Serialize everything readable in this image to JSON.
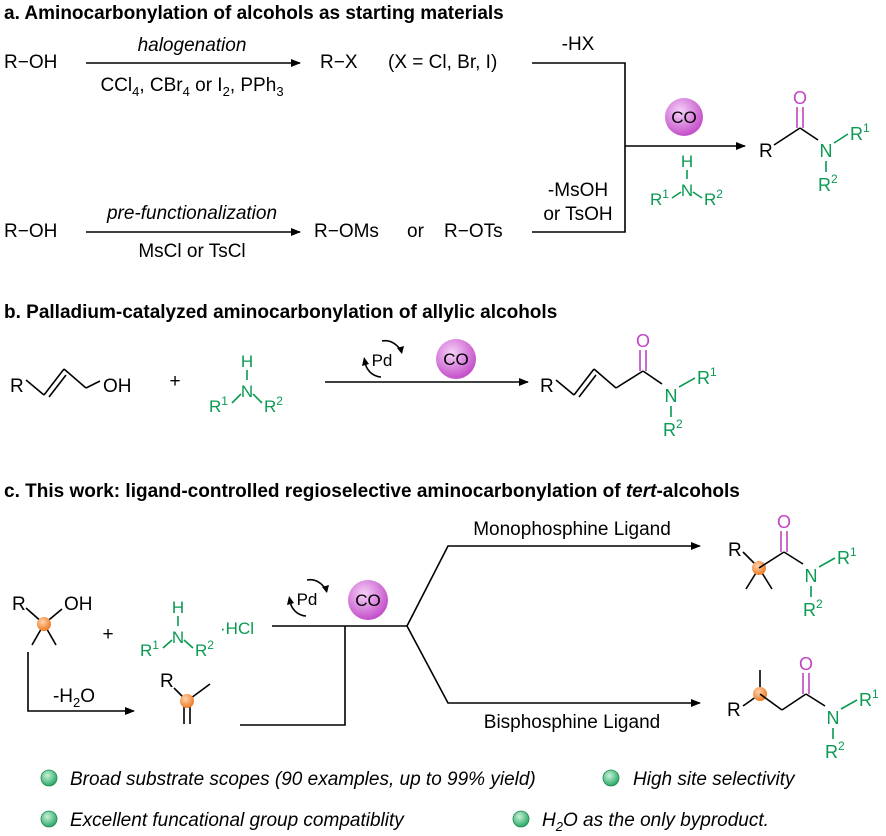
{
  "panel_a": {
    "title": "a. Aminocarbonylation of alcohols as starting materials",
    "row1": {
      "start": "R−OH",
      "above_arrow": "halogenation",
      "below_arrow_parts": [
        "CCl",
        "4",
        ", CBr",
        "4",
        " or I",
        "2",
        ", PPh",
        "3"
      ],
      "product": "R−X",
      "product_note": "(X = Cl, Br, I)",
      "loss": "-HX"
    },
    "row2": {
      "start": "R−OH",
      "above_arrow": "pre-functionalization",
      "below_arrow": "MsCl or TsCl",
      "product1": "R−OMs",
      "or": "or",
      "product2": "R−OTs",
      "loss_line1": "-MsOH",
      "loss_line2": "or TsOH"
    },
    "co": "CO",
    "amide": {
      "r": "R",
      "o": "O",
      "n": "N",
      "r1": "R",
      "r1_sup": "1",
      "r2": "R",
      "r2_sup": "2"
    },
    "amine": {
      "h": "H",
      "n": "N",
      "r1": "R",
      "r1_sup": "1",
      "r2": "R",
      "r2_sup": "2"
    }
  },
  "panel_b": {
    "title": "b. Palladium-catalyzed aminocarbonylation of allylic alcohols",
    "substrate_r": "R",
    "substrate_oh": "OH",
    "plus": "+",
    "pd": "Pd",
    "co": "CO",
    "amine": {
      "h": "H",
      "n": "N",
      "r1": "R",
      "r1_sup": "1",
      "r2": "R",
      "r2_sup": "2"
    },
    "product": {
      "r": "R",
      "o": "O",
      "n": "N",
      "r1": "R",
      "r1_sup": "1",
      "r2": "R",
      "r2_sup": "2"
    }
  },
  "panel_c": {
    "title_start": "c. This work: ligand-controlled regioselective aminocarbonylation of ",
    "title_italic": "tert",
    "title_end": "-alcohols",
    "substrate_r": "R",
    "substrate_oh": "OH",
    "plus": "+",
    "amine": {
      "h": "H",
      "n": "N",
      "r1": "R",
      "r1_sup": "1",
      "r2": "R",
      "r2_sup": "2",
      "salt": "·HCl"
    },
    "dehydration_prefix": "-H",
    "dehydration_sub": "2",
    "dehydration_suffix": "O",
    "alkene_r": "R",
    "pd": "Pd",
    "co": "CO",
    "upper_ligand": "Monophosphine Ligand",
    "lower_ligand": "Bisphosphine Ligand",
    "product_upper": {
      "r": "R",
      "o": "O",
      "n": "N",
      "r1": "R",
      "r1_sup": "1",
      "r2": "R",
      "r2_sup": "2"
    },
    "product_lower": {
      "r": "R",
      "o": "O",
      "n": "N",
      "r1": "R",
      "r1_sup": "1",
      "r2": "R",
      "r2_sup": "2"
    }
  },
  "features": [
    "Broad substrate scopes (90 examples, up to 99% yield)",
    "High site selectivity",
    "Excellent funcational group compatiblity",
    "H2O as the only byproduct."
  ],
  "feature_h2o": {
    "h": "H",
    "sub": "2",
    "rest": "O as the only byproduct."
  },
  "colors": {
    "amine_green": "#0a9a52",
    "carbonyl_magenta": "#c044c4",
    "co_bubble": "#d27ad6",
    "stereo_orange": "#f08a3a",
    "bullet_green": "#3cb878"
  }
}
